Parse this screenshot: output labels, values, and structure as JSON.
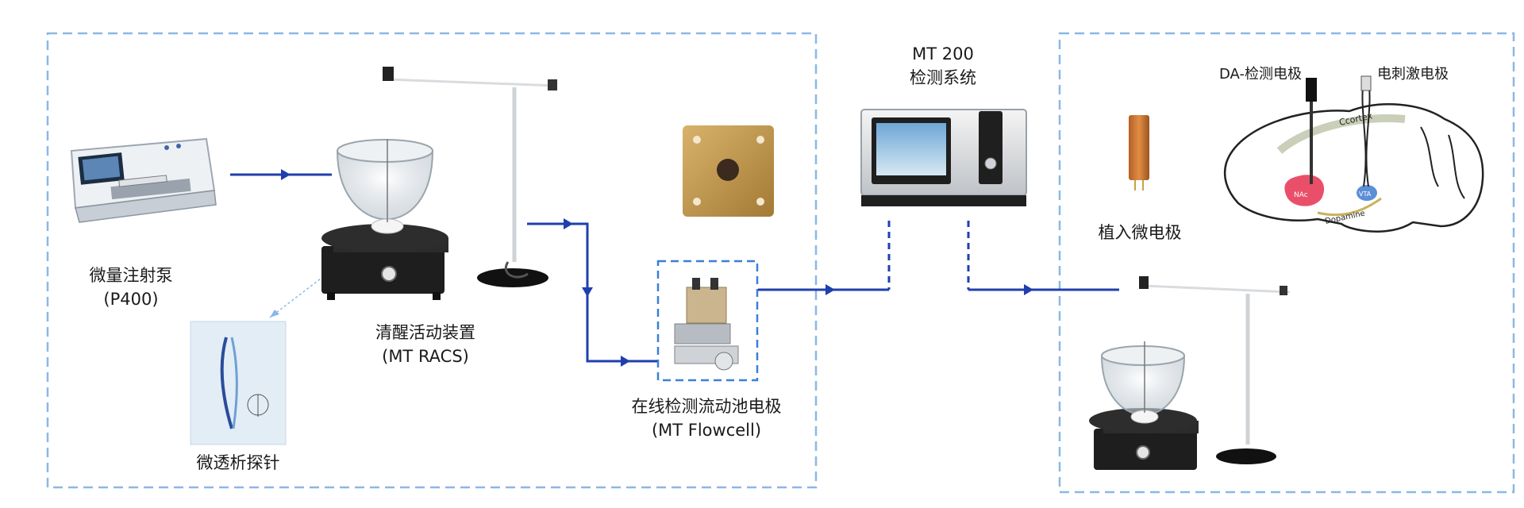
{
  "labels": {
    "syringe_pump": {
      "name": "微量注射泵",
      "model": "(P400)"
    },
    "microdialysis_probe": {
      "name": "微透析探针"
    },
    "racs": {
      "name": "清醒活动装置",
      "model": "(MT RACS)"
    },
    "flowcell": {
      "name": "在线检测流动池电极",
      "model": "(MT Flowcell)"
    },
    "mt200": {
      "name": "MT 200",
      "subtitle": "检测系统"
    },
    "implant_electrode": {
      "name": "植入微电极"
    },
    "da_electrode": {
      "name": "DA-检测电极"
    },
    "stim_electrode": {
      "name": "电刺激电极"
    },
    "brain": {
      "ccortex": "Ccortex",
      "nac": "NAc",
      "vta": "VTA",
      "dopamine": "Dopamine"
    }
  },
  "colors": {
    "arrow_blue": "#1f3fae",
    "dashed_box": "#8ab8e6",
    "flowcell_box": "#3b7fd8",
    "text": "#1a1a1a"
  }
}
